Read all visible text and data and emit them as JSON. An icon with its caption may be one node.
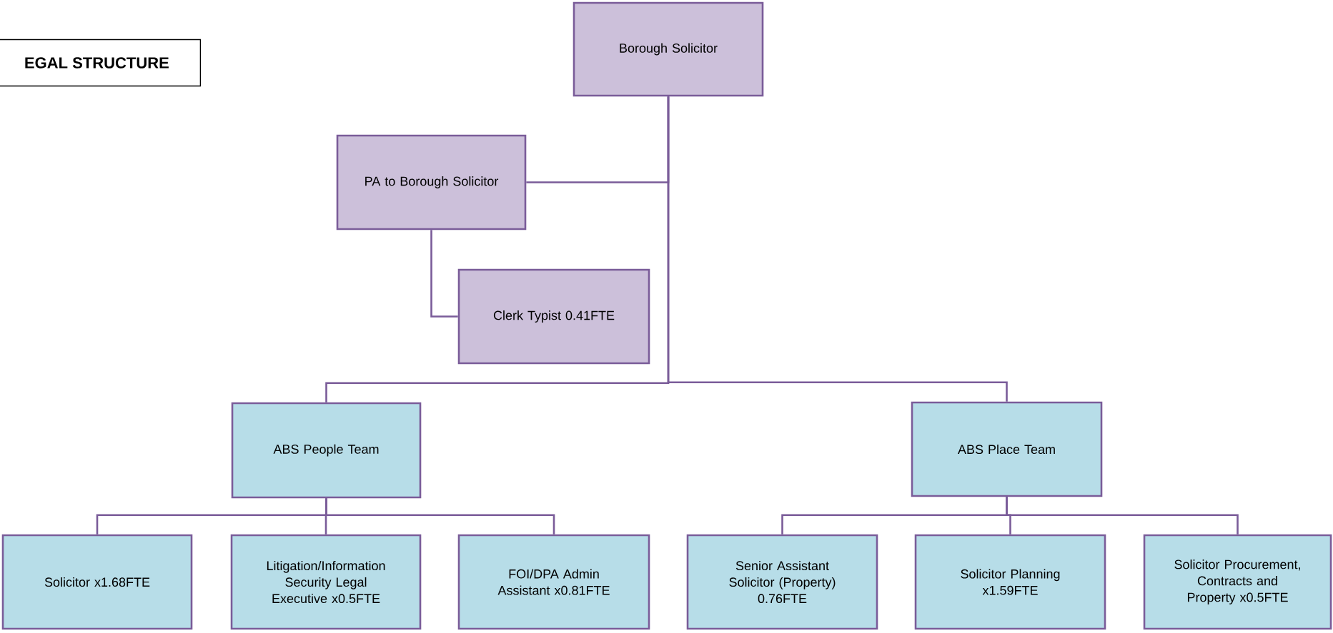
{
  "diagram": {
    "title": "EGAL STRUCTURE",
    "nodes": [
      {
        "text": [
          "Borough Solicitor"
        ]
      },
      {
        "text": [
          "PA to Borough Solicitor"
        ]
      },
      {
        "text": [
          "Clerk Typist 0.41FTE"
        ]
      },
      {
        "text": [
          "ABS People Team"
        ]
      },
      {
        "text": [
          "ABS Place Team"
        ]
      },
      {
        "text": [
          "Solicitor x1.68FTE"
        ]
      },
      {
        "text": [
          "Litigation/Information Security Legal Executive x0.5FTE"
        ]
      },
      {
        "text": [
          "FOI/DPA Admin Assistant x0.81FTE"
        ]
      },
      {
        "text": [
          "Senior Assistant Solicitor (Property) 0.76FTE"
        ]
      },
      {
        "text": [
          "Solicitor Planning x1.59FTE"
        ]
      },
      {
        "text": [
          "Solicitor Procurement, Contracts and Property x0.5FTE"
        ]
      }
    ],
    "edges": [
      {
        "from": 0,
        "to": 1,
        "arrow": "none"
      },
      {
        "from": 1,
        "to": 2,
        "arrow": "none"
      },
      {
        "from": 0,
        "to": 3,
        "arrow": "none"
      },
      {
        "from": 0,
        "to": 4,
        "arrow": "none"
      },
      {
        "from": 3,
        "to": 5,
        "arrow": "none"
      },
      {
        "from": 3,
        "to": 6,
        "arrow": "none"
      },
      {
        "from": 3,
        "to": 7,
        "arrow": "none"
      },
      {
        "from": 4,
        "to": 8,
        "arrow": "none"
      },
      {
        "from": 4,
        "to": 9,
        "arrow": "none"
      },
      {
        "from": 4,
        "to": 10,
        "arrow": "none"
      }
    ]
  }
}
